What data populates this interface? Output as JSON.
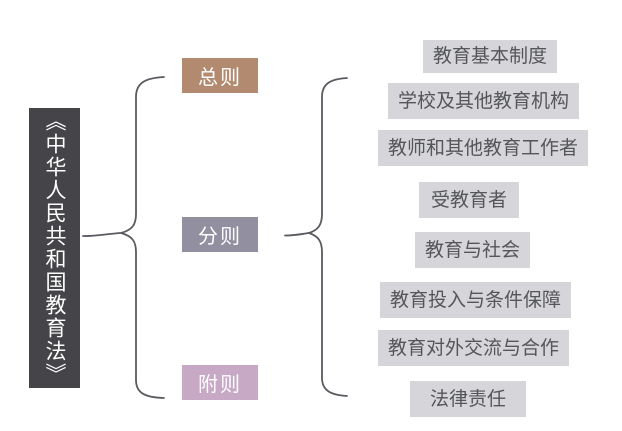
{
  "diagram": {
    "type": "bracket-mindmap",
    "root": {
      "label": "《中华人民共和国教育法》"
    },
    "level1": [
      {
        "id": "zongze",
        "label": "总则",
        "color": "#b28a6f"
      },
      {
        "id": "fenze",
        "label": "分则",
        "color": "#918fa0"
      },
      {
        "id": "fuze",
        "label": "附则",
        "color": "#c7a9c6"
      }
    ],
    "level2_parent": "分则",
    "level2": [
      "教育基本制度",
      "学校及其他教育机构",
      "教师和其他教育工作者",
      "受教育者",
      "教育与社会",
      "教育投入与条件保障",
      "教育对外交流与合作",
      "法律责任"
    ],
    "colors": {
      "root_bg": "#454549",
      "root_text": "#ffffff",
      "leaf_bg": "#d6d6da",
      "leaf_text": "#55565a",
      "brace_stroke": "#595b60",
      "background": "#ffffff"
    }
  }
}
